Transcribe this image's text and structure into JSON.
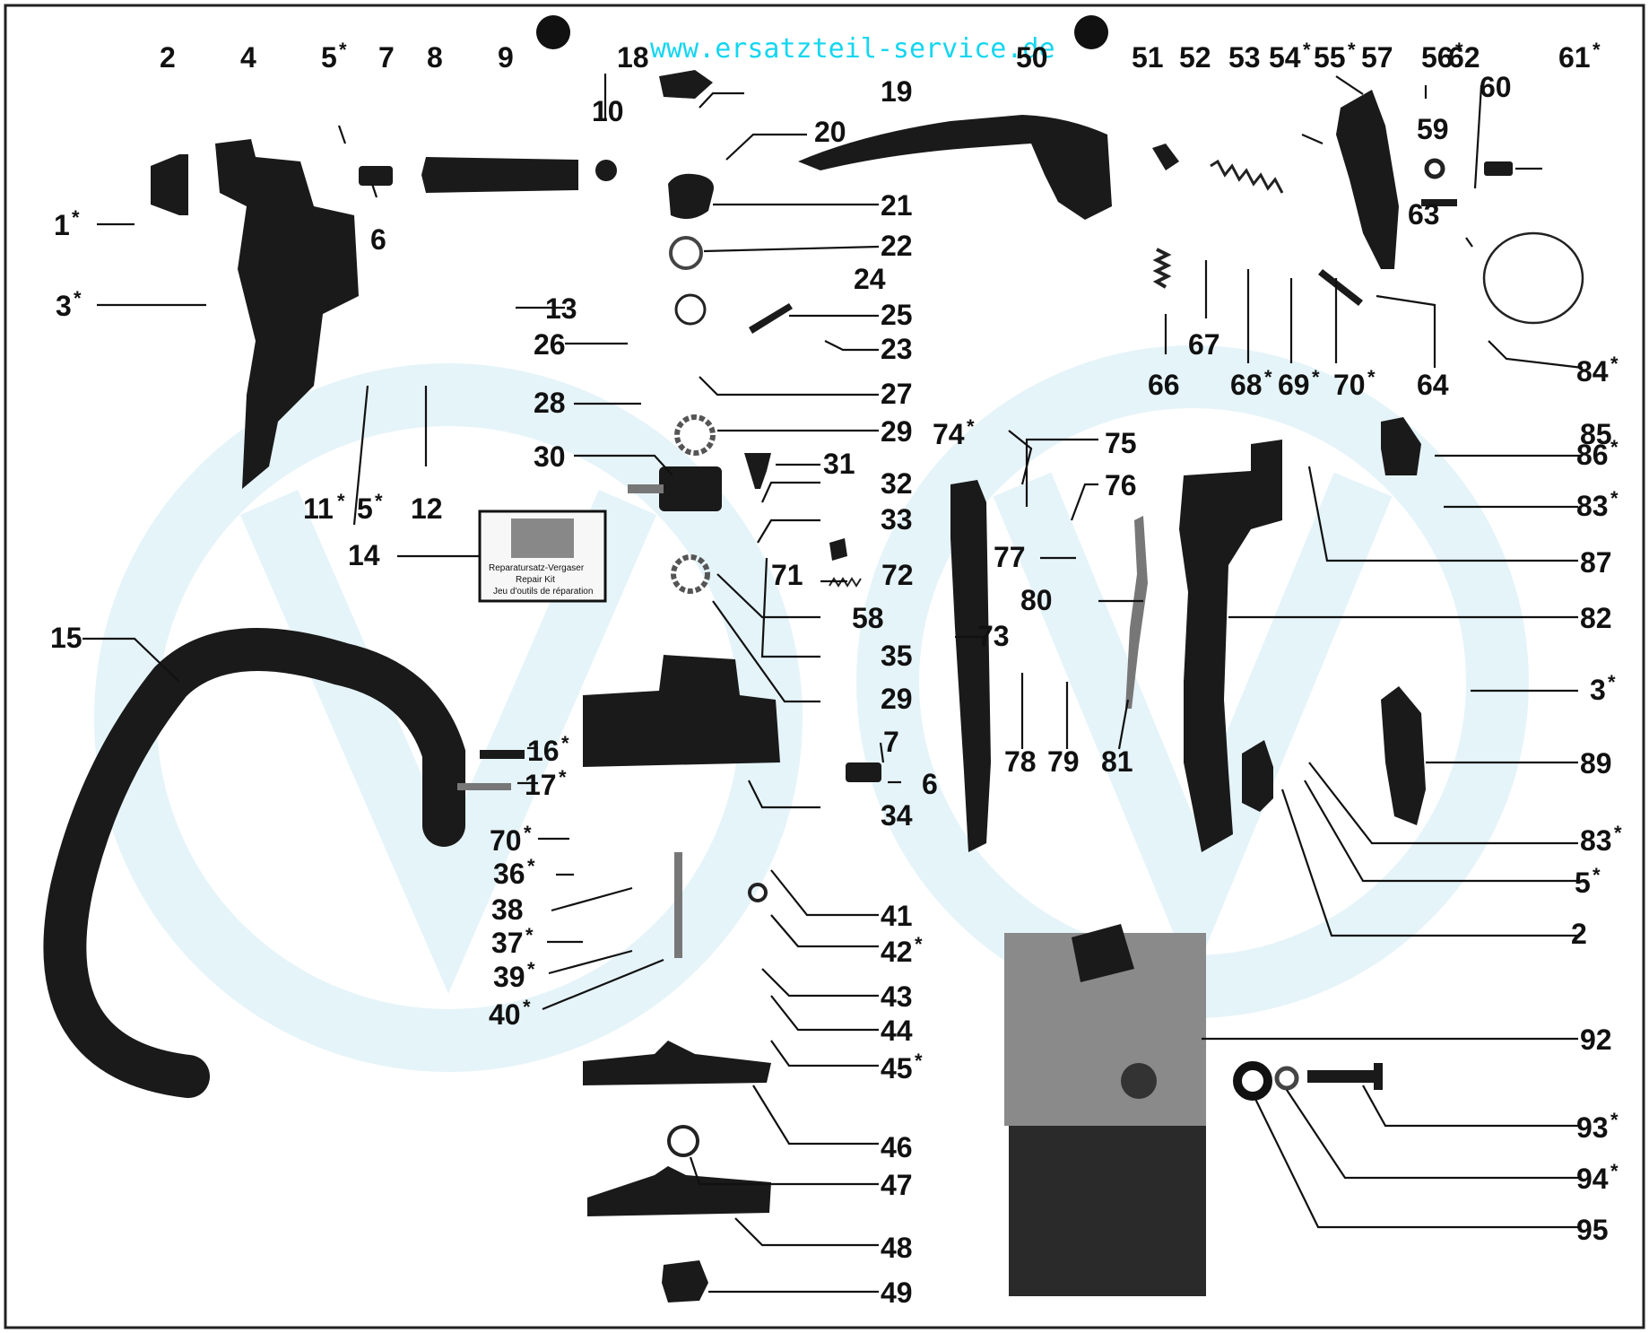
{
  "watermark": "www.ersatzteil-service.de",
  "repair_kit_box": {
    "line1": "Reparatursatz-Vergaser",
    "line2": "Repair Kit",
    "line3": "Jeu d'outils de réparation"
  },
  "callouts": [
    {
      "id": "1",
      "star": true
    },
    {
      "id": "2",
      "star": false
    },
    {
      "id": "3",
      "star": true
    },
    {
      "id": "4",
      "star": false
    },
    {
      "id": "5",
      "star": true
    },
    {
      "id": "6",
      "star": false
    },
    {
      "id": "7",
      "star": false
    },
    {
      "id": "8",
      "star": false
    },
    {
      "id": "9",
      "star": false
    },
    {
      "id": "10",
      "star": false
    },
    {
      "id": "11",
      "star": true
    },
    {
      "id": "12",
      "star": false
    },
    {
      "id": "13",
      "star": false
    },
    {
      "id": "14",
      "star": false
    },
    {
      "id": "15",
      "star": false
    },
    {
      "id": "16",
      "star": true
    },
    {
      "id": "17",
      "star": true
    },
    {
      "id": "18",
      "star": false
    },
    {
      "id": "19",
      "star": false
    },
    {
      "id": "20",
      "star": false
    },
    {
      "id": "21",
      "star": false
    },
    {
      "id": "22",
      "star": false
    },
    {
      "id": "23",
      "star": false
    },
    {
      "id": "24",
      "star": false
    },
    {
      "id": "25",
      "star": false
    },
    {
      "id": "26",
      "star": false
    },
    {
      "id": "27",
      "star": false
    },
    {
      "id": "28",
      "star": false
    },
    {
      "id": "29",
      "star": false
    },
    {
      "id": "30",
      "star": false
    },
    {
      "id": "31",
      "star": false
    },
    {
      "id": "32",
      "star": false
    },
    {
      "id": "33",
      "star": false
    },
    {
      "id": "34",
      "star": false
    },
    {
      "id": "35",
      "star": false
    },
    {
      "id": "36",
      "star": true
    },
    {
      "id": "37",
      "star": true
    },
    {
      "id": "38",
      "star": false
    },
    {
      "id": "39",
      "star": true
    },
    {
      "id": "40",
      "star": true
    },
    {
      "id": "41",
      "star": false
    },
    {
      "id": "42",
      "star": true
    },
    {
      "id": "43",
      "star": false
    },
    {
      "id": "44",
      "star": false
    },
    {
      "id": "45",
      "star": true
    },
    {
      "id": "46",
      "star": false
    },
    {
      "id": "47",
      "star": false
    },
    {
      "id": "48",
      "star": false
    },
    {
      "id": "49",
      "star": false
    },
    {
      "id": "50",
      "star": false
    },
    {
      "id": "51",
      "star": false
    },
    {
      "id": "52",
      "star": false
    },
    {
      "id": "53",
      "star": false
    },
    {
      "id": "54",
      "star": true
    },
    {
      "id": "55",
      "star": true
    },
    {
      "id": "56",
      "star": true
    },
    {
      "id": "57",
      "star": false
    },
    {
      "id": "58",
      "star": false
    },
    {
      "id": "59",
      "star": false
    },
    {
      "id": "60",
      "star": false
    },
    {
      "id": "61",
      "star": true
    },
    {
      "id": "62",
      "star": false
    },
    {
      "id": "63",
      "star": false
    },
    {
      "id": "64",
      "star": false
    },
    {
      "id": "66",
      "star": false
    },
    {
      "id": "67",
      "star": false
    },
    {
      "id": "68",
      "star": true
    },
    {
      "id": "69",
      "star": true
    },
    {
      "id": "70",
      "star": true
    },
    {
      "id": "71",
      "star": false
    },
    {
      "id": "72",
      "star": false
    },
    {
      "id": "73",
      "star": false
    },
    {
      "id": "74",
      "star": true
    },
    {
      "id": "75",
      "star": false
    },
    {
      "id": "76",
      "star": false
    },
    {
      "id": "77",
      "star": false
    },
    {
      "id": "78",
      "star": false
    },
    {
      "id": "79",
      "star": false
    },
    {
      "id": "80",
      "star": false
    },
    {
      "id": "81",
      "star": false
    },
    {
      "id": "82",
      "star": false
    },
    {
      "id": "83",
      "star": true
    },
    {
      "id": "84",
      "star": true
    },
    {
      "id": "85",
      "star": false
    },
    {
      "id": "86",
      "star": true
    },
    {
      "id": "87",
      "star": false
    },
    {
      "id": "89",
      "star": false
    },
    {
      "id": "92",
      "star": false
    },
    {
      "id": "93",
      "star": true
    },
    {
      "id": "94",
      "star": true
    },
    {
      "id": "95",
      "star": false
    }
  ]
}
